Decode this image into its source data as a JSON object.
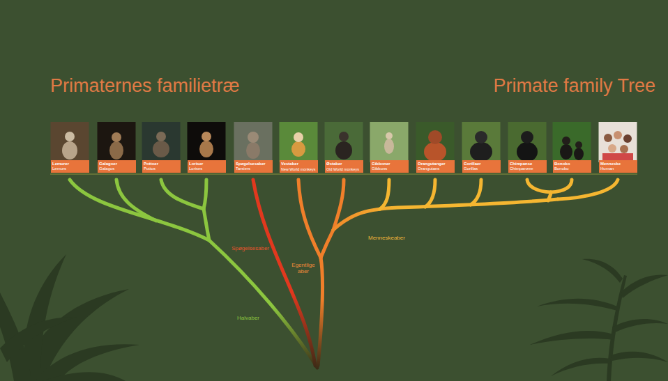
{
  "diagram": {
    "title": "Primaternes familietræ",
    "nodes": [
      {
        "text": [
          "Lemurer",
          "Lemurs"
        ]
      },
      {
        "text": [
          "Galagoer",
          "Galagos"
        ]
      },
      {
        "text": [
          "Pottoer",
          "Pottos"
        ]
      },
      {
        "text": [
          "Loriser",
          "Lorises"
        ]
      },
      {
        "text": [
          "Spøgelsesaber",
          "Tarsiers"
        ]
      },
      {
        "text": [
          "Vestaber",
          "New World monkeys"
        ]
      },
      {
        "text": [
          "Østaber",
          "Old World monkeys"
        ]
      },
      {
        "text": [
          "Gibboner",
          "Gibbons"
        ]
      },
      {
        "text": [
          "Orangutanger",
          "Orangutans"
        ]
      },
      {
        "text": [
          "Gorillaer",
          "Gorillas"
        ]
      },
      {
        "text": [
          "Chimpanse",
          "Chimpanzee"
        ]
      },
      {
        "text": [
          "Bonobo",
          "Bonobo"
        ]
      },
      {
        "text": [
          "Menneske",
          "Human"
        ]
      }
    ],
    "labels": [
      "Primate family Tree",
      "Spøgelsesaber",
      "Egentlige aber",
      "Menneskeaber",
      "Halvaber"
    ]
  }
}
